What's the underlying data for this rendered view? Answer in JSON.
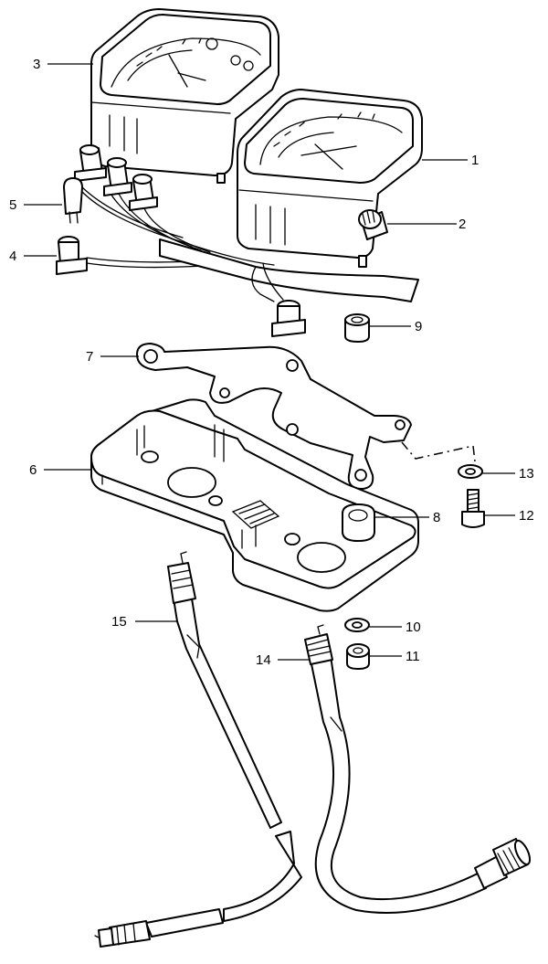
{
  "callouts": [
    {
      "id": "1",
      "text": "1"
    },
    {
      "id": "2",
      "text": "2"
    },
    {
      "id": "3",
      "text": "3"
    },
    {
      "id": "4",
      "text": "4"
    },
    {
      "id": "5",
      "text": "5"
    },
    {
      "id": "6",
      "text": "6"
    },
    {
      "id": "7",
      "text": "7"
    },
    {
      "id": "8",
      "text": "8"
    },
    {
      "id": "9",
      "text": "9"
    },
    {
      "id": "10",
      "text": "10"
    },
    {
      "id": "11",
      "text": "11"
    },
    {
      "id": "12",
      "text": "12"
    },
    {
      "id": "13",
      "text": "13"
    },
    {
      "id": "14",
      "text": "14"
    },
    {
      "id": "15",
      "text": "15"
    }
  ],
  "colors": {
    "line": "#000000",
    "background": "#ffffff"
  }
}
